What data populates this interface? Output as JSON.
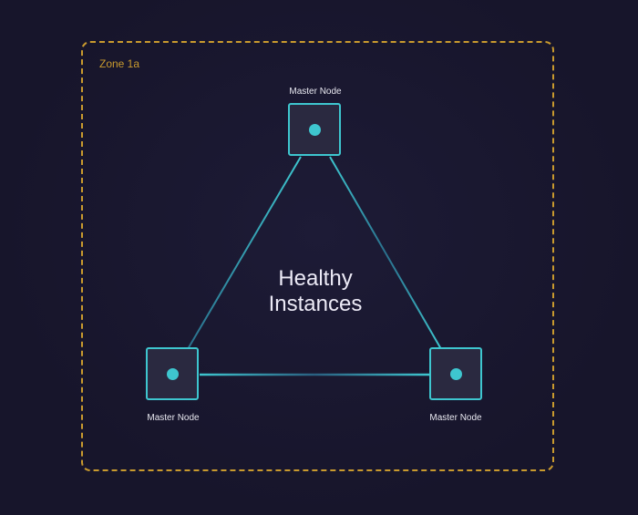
{
  "zone": {
    "label": "Zone 1a",
    "border_color": "#c99a2e"
  },
  "nodes": [
    {
      "id": "top",
      "label": "Master Node"
    },
    {
      "id": "bottom-left",
      "label": "Master Node"
    },
    {
      "id": "bottom-right",
      "label": "Master Node"
    }
  ],
  "center_label": {
    "line1": "Healthy",
    "line2": "Instances"
  },
  "colors": {
    "background": "#17152b",
    "node_accent": "#3ec6cf",
    "node_fill": "#2a2940",
    "text": "#e8e8f0"
  }
}
